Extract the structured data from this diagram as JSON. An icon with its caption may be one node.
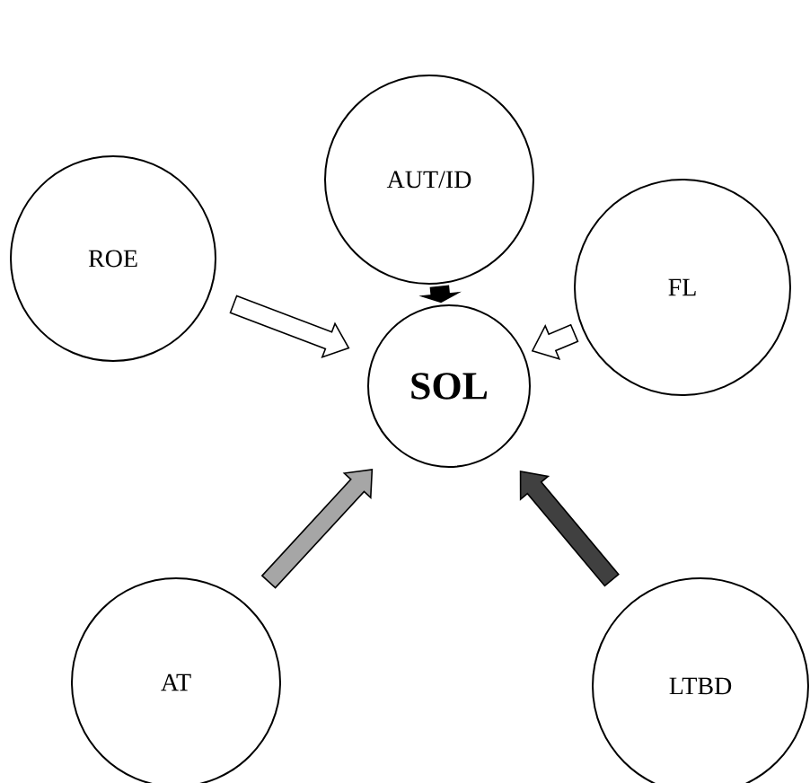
{
  "diagram": {
    "nodes": [
      {
        "text": [
          "AUT/ID"
        ]
      },
      {
        "text": [
          "ROE"
        ]
      },
      {
        "text": [
          "SOL"
        ]
      },
      {
        "text": [
          "FL"
        ]
      },
      {
        "text": [
          "AT"
        ]
      },
      {
        "text": [
          "LTBD"
        ]
      }
    ],
    "edges": [
      {
        "from": 0,
        "to": 2,
        "arrow": "to",
        "color": "#000000"
      },
      {
        "from": 1,
        "to": 2,
        "arrow": "to"
      },
      {
        "from": 3,
        "to": 2,
        "arrow": "to"
      },
      {
        "from": 4,
        "to": 2,
        "arrow": "to",
        "color": "#a6a6a6"
      },
      {
        "from": 5,
        "to": 2,
        "arrow": "to",
        "color": "#404040"
      }
    ]
  }
}
